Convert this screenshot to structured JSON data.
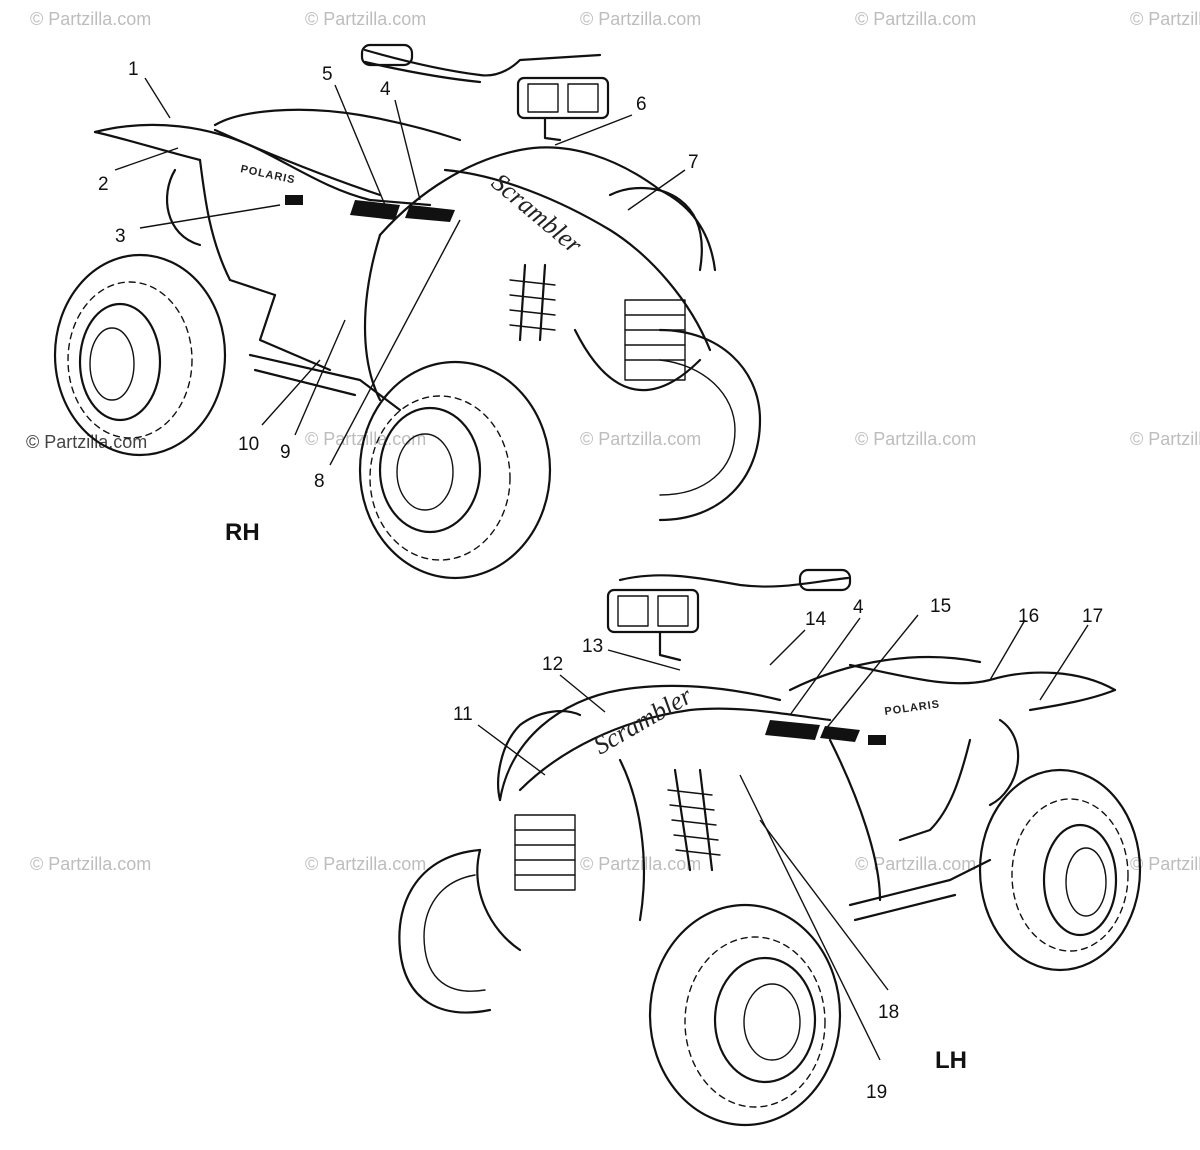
{
  "watermark": "© Partzilla.com",
  "credit": "© Partzilla.com",
  "views": {
    "rh": {
      "label": "RH",
      "callouts": [
        "1",
        "2",
        "3",
        "4",
        "5",
        "6",
        "7",
        "8",
        "9",
        "10"
      ]
    },
    "lh": {
      "label": "LH",
      "callouts": [
        "11",
        "12",
        "13",
        "14",
        "4",
        "15",
        "16",
        "17",
        "18",
        "19"
      ]
    }
  }
}
